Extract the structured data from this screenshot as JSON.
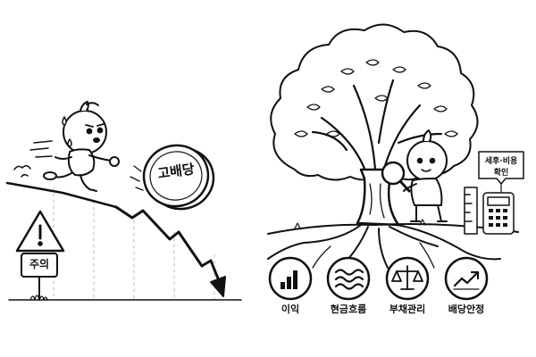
{
  "coin": {
    "text": "고배당"
  },
  "warning_sign": {
    "text": "주의"
  },
  "tag": {
    "line1": "세후·비용",
    "line2": "확인"
  },
  "root_items": [
    {
      "icon": "bar-chart-icon",
      "label": "이익"
    },
    {
      "icon": "wave-icon",
      "label": "현금흐름"
    },
    {
      "icon": "scale-icon",
      "label": "부채관리"
    },
    {
      "icon": "trend-up-icon",
      "label": "배당안정"
    }
  ]
}
